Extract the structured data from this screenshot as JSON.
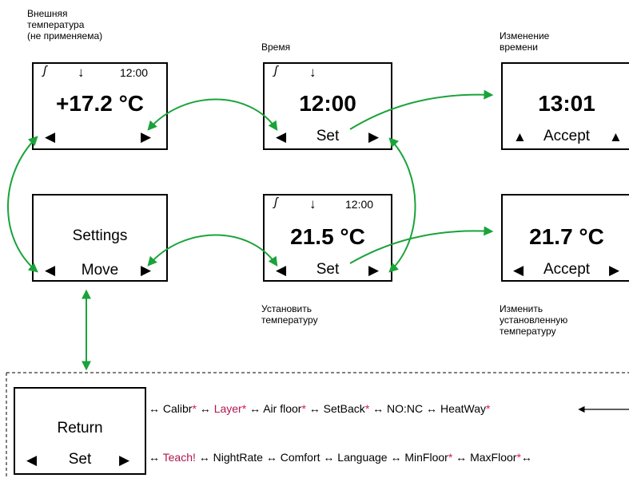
{
  "labels": {
    "outdoor": "Внешняя\nтемпература\n(не применяема)",
    "time": "Время",
    "change_time": "Изменение\nвремени",
    "set_temp": "Установить\nтемпературу",
    "change_set_temp": "Изменить\nустановленную\nтемпературу"
  },
  "screens": {
    "outdoor": {
      "time": "12:00",
      "value": "+17.2 °C"
    },
    "clock": {
      "value": "12:00",
      "softkey": "Set"
    },
    "clock_edit": {
      "value": "13:01",
      "softkey": "Accept"
    },
    "settings": {
      "title": "Settings",
      "softkey": "Move"
    },
    "temp": {
      "time": "12:00",
      "value": "21.5 °C",
      "softkey": "Set"
    },
    "temp_edit": {
      "value": "21.7 °C",
      "softkey": "Accept"
    },
    "return": {
      "title": "Return",
      "softkey": "Set"
    }
  },
  "icons": {
    "heat": "heat-icon",
    "arrow": "down-arrow-icon",
    "left": "left-triangle-icon",
    "right": "right-triangle-icon",
    "up": "up-triangle-icon"
  },
  "chain1": [
    "Calibr",
    "Layer",
    "Air floor",
    "SetBack",
    "NO:NC",
    "HeatWay"
  ],
  "chain2": [
    "Teach!",
    "NightRate",
    "Comfort",
    "Language",
    "MinFloor",
    "MaxFloor"
  ],
  "colors": {
    "arrow": "#1aa33a",
    "red": "#b0174f",
    "star": "#d6184a"
  }
}
